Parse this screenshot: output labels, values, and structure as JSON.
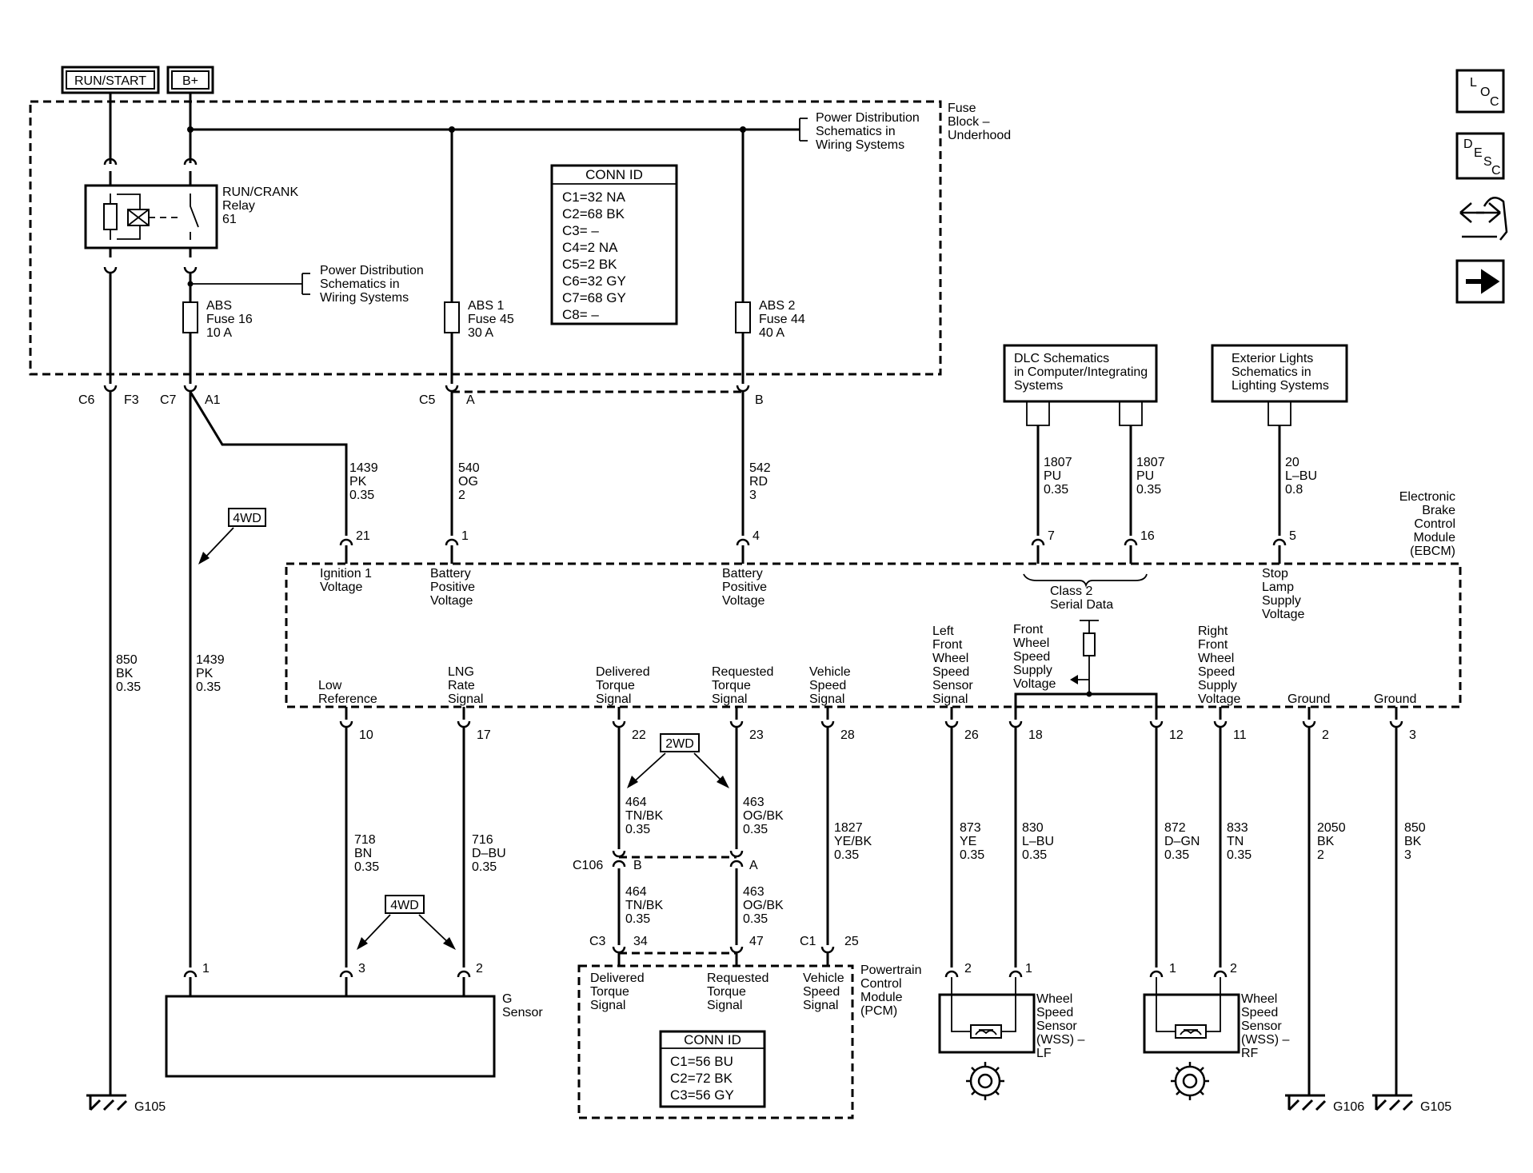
{
  "header": {
    "run_start": "RUN/START",
    "b_plus": "B+"
  },
  "side_icons": [
    {
      "name": "loc-icon",
      "letters": [
        "L",
        "O",
        "C"
      ]
    },
    {
      "name": "desc-icon",
      "letters": [
        "D",
        "E",
        "S",
        "C"
      ]
    },
    {
      "name": "connector-view-icon"
    },
    {
      "name": "next-arrow-icon"
    }
  ],
  "fuse_block": {
    "name_lines": [
      "Fuse",
      "Block –",
      "Underhood"
    ],
    "power_dist_top": [
      "Power Distribution",
      "Schematics in",
      "Wiring Systems"
    ],
    "power_dist_relay": [
      "Power Distribution",
      "Schematics in",
      "Wiring Systems"
    ],
    "relay_lines": [
      "RUN/CRANK",
      "Relay",
      "61"
    ],
    "fuse_abs": [
      "ABS",
      "Fuse 16",
      "10 A"
    ],
    "fuse_abs1": [
      "ABS 1",
      "Fuse 45",
      "30 A"
    ],
    "fuse_abs2": [
      "ABS 2",
      "Fuse 44",
      "40 A"
    ],
    "conn_id": {
      "title": "CONN ID",
      "rows": [
        "C1=32 NA",
        "C2=68 BK",
        "C3= –",
        "C4=2 NA",
        "C5=2 BK",
        "C6=32 GY",
        "C7=68 GY",
        "C8= –"
      ]
    }
  },
  "connectors_top": {
    "c6": "C6",
    "f3": "F3",
    "c7": "C7",
    "a1": "A1",
    "c5": "C5",
    "a": "A",
    "b": "B"
  },
  "wires_top": {
    "w1439_upper": [
      "1439",
      "PK",
      "0.35"
    ],
    "w540": [
      "540",
      "OG",
      "2"
    ],
    "w542": [
      "542",
      "RD",
      "3"
    ],
    "w850": [
      "850",
      "BK",
      "0.35"
    ],
    "w1439_lower": [
      "1439",
      "PK",
      "0.35"
    ],
    "w1807a": [
      "1807",
      "PU",
      "0.35"
    ],
    "w1807b": [
      "1807",
      "PU",
      "0.35"
    ],
    "w20": [
      "20",
      "L–BU",
      "0.8"
    ]
  },
  "ref_boxes": {
    "dlc": [
      "DLC Schematics",
      "in Computer/Integrating",
      "Systems"
    ],
    "ext_lights": [
      "Exterior Lights",
      "Schematics in",
      "Lighting Systems"
    ]
  },
  "ebcm": {
    "name_lines": [
      "Electronic",
      "Brake",
      "Control",
      "Module",
      "(EBCM)"
    ],
    "top_pins": [
      {
        "num": "21",
        "label": [
          "Ignition 1",
          "Voltage"
        ]
      },
      {
        "num": "1",
        "label": [
          "Battery",
          "Positive",
          "Voltage"
        ]
      },
      {
        "num": "4",
        "label": [
          "Battery",
          "Positive",
          "Voltage"
        ]
      },
      {
        "num": "7",
        "label": []
      },
      {
        "num": "16",
        "label": []
      },
      {
        "num": "5",
        "label": [
          "Stop",
          "Lamp",
          "Supply",
          "Voltage"
        ]
      }
    ],
    "class2": [
      "Class 2",
      "Serial Data"
    ],
    "bottom_labels": {
      "low_ref": [
        "Low",
        "Reference"
      ],
      "lng": [
        "LNG",
        "Rate",
        "Signal"
      ],
      "del_torque": [
        "Delivered",
        "Torque",
        "Signal"
      ],
      "req_torque": [
        "Requested",
        "Torque",
        "Signal"
      ],
      "veh_speed": [
        "Vehicle",
        "Speed",
        "Signal"
      ],
      "lf_wss": [
        "Left",
        "Front",
        "Wheel",
        "Speed",
        "Sensor",
        "Signal"
      ],
      "front_supply": [
        "Front",
        "Wheel",
        "Speed",
        "Supply",
        "Voltage"
      ],
      "rf_supply": [
        "Right",
        "Front",
        "Wheel",
        "Speed",
        "Supply",
        "Voltage"
      ],
      "ground1": "Ground",
      "ground2": "Ground"
    },
    "bottom_pins": [
      "10",
      "17",
      "22",
      "23",
      "28",
      "26",
      "18",
      "12",
      "11",
      "2",
      "3"
    ]
  },
  "option_tags": {
    "fourwd_a": "4WD",
    "twowd": "2WD",
    "fourwd_b": "4WD"
  },
  "wires_bottom": {
    "w718": [
      "718",
      "BN",
      "0.35"
    ],
    "w716": [
      "716",
      "D–BU",
      "0.35"
    ],
    "w464a": [
      "464",
      "TN/BK",
      "0.35"
    ],
    "w463a": [
      "463",
      "OG/BK",
      "0.35"
    ],
    "w464b": [
      "464",
      "TN/BK",
      "0.35"
    ],
    "w463b": [
      "463",
      "OG/BK",
      "0.35"
    ],
    "w1827": [
      "1827",
      "YE/BK",
      "0.35"
    ],
    "w873": [
      "873",
      "YE",
      "0.35"
    ],
    "w830": [
      "830",
      "L–BU",
      "0.35"
    ],
    "w872": [
      "872",
      "D–GN",
      "0.35"
    ],
    "w833": [
      "833",
      "TN",
      "0.35"
    ],
    "w2050": [
      "2050",
      "BK",
      "2"
    ],
    "w850b": [
      "850",
      "BK",
      "3"
    ]
  },
  "c106": {
    "name": "C106",
    "b": "B",
    "a": "A"
  },
  "g_sensor": {
    "name_lines": [
      "G",
      "Sensor"
    ],
    "pins": [
      "1",
      "3",
      "2"
    ]
  },
  "pcm": {
    "c3": "C3",
    "c1": "C1",
    "pins": [
      "34",
      "47",
      "25"
    ],
    "name_lines": [
      "Powertrain",
      "Control",
      "Module",
      "(PCM)"
    ],
    "labels": {
      "del": [
        "Delivered",
        "Torque",
        "Signal"
      ],
      "req": [
        "Requested",
        "Torque",
        "Signal"
      ],
      "veh": [
        "Vehicle",
        "Speed",
        "Signal"
      ]
    },
    "conn_id": {
      "title": "CONN ID",
      "rows": [
        "C1=56 BU",
        "C2=72 BK",
        "C3=56 GY"
      ]
    }
  },
  "wss_lf": {
    "pins": [
      "2",
      "1"
    ],
    "name_lines": [
      "Wheel",
      "Speed",
      "Sensor",
      "(WSS) –",
      "LF"
    ]
  },
  "wss_rf": {
    "pins": [
      "1",
      "2"
    ],
    "name_lines": [
      "Wheel",
      "Speed",
      "Sensor",
      "(WSS) –",
      "RF"
    ]
  },
  "grounds": {
    "g105_left": "G105",
    "g106": "G106",
    "g105_right": "G105"
  }
}
